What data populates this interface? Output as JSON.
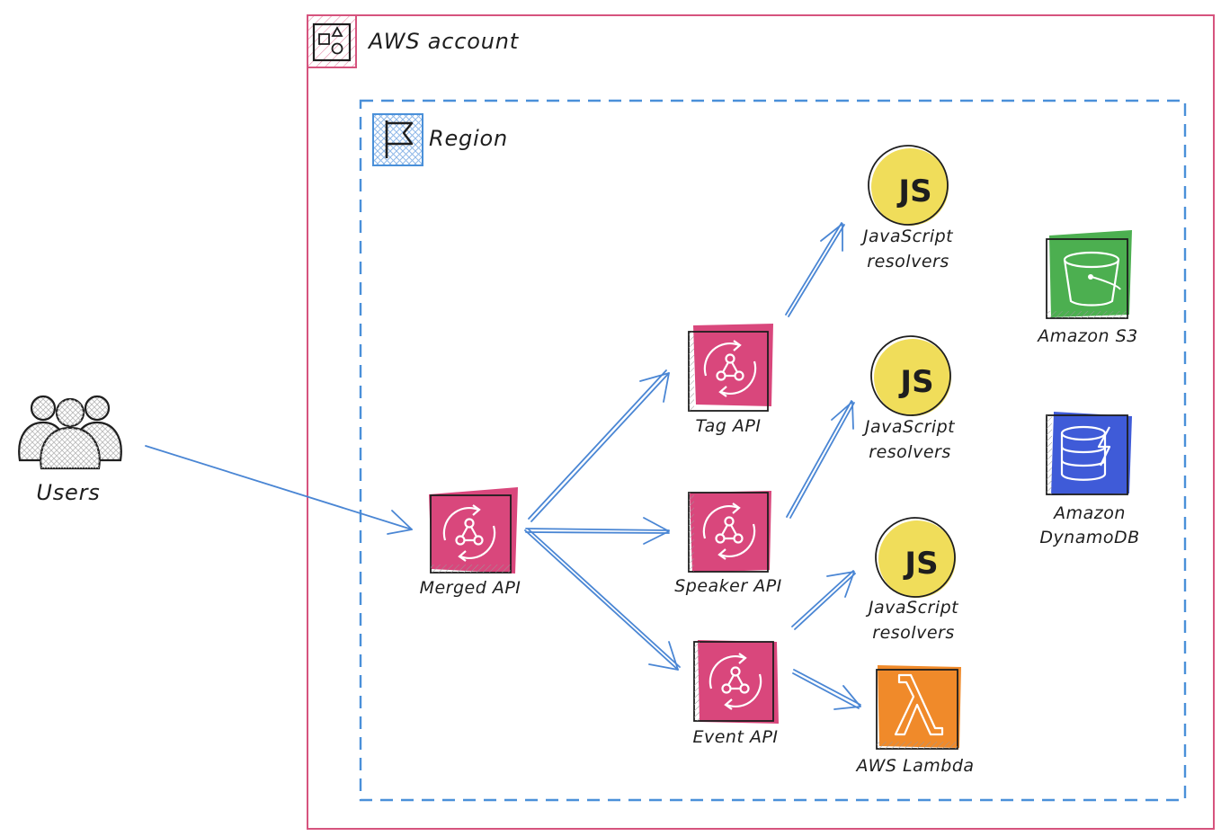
{
  "account": {
    "label": "AWS account",
    "color": "#d6547e"
  },
  "region": {
    "label": "Region",
    "color": "#4a90d9"
  },
  "users": {
    "label": "Users"
  },
  "merged_api": {
    "label": "Merged API",
    "color": "#d9477c"
  },
  "source_apis": [
    {
      "label": "Tag API"
    },
    {
      "label": "Speaker API"
    },
    {
      "label": "Event API"
    }
  ],
  "resolvers": [
    {
      "icon_text": "JS",
      "line1": "JavaScript",
      "line2": "resolvers"
    },
    {
      "icon_text": "JS",
      "line1": "JavaScript",
      "line2": "resolvers"
    },
    {
      "icon_text": "JS",
      "line1": "JavaScript",
      "line2": "resolvers"
    }
  ],
  "lambda": {
    "label": "AWS Lambda",
    "color": "#f08a2a"
  },
  "s3": {
    "label": "Amazon S3",
    "color": "#4caf50"
  },
  "dynamodb": {
    "line1": "Amazon",
    "line2": "DynamoDB",
    "color": "#3f5bd8"
  },
  "colors": {
    "arrow": "#4a86d4",
    "js_circle": "#f0dd5a"
  }
}
